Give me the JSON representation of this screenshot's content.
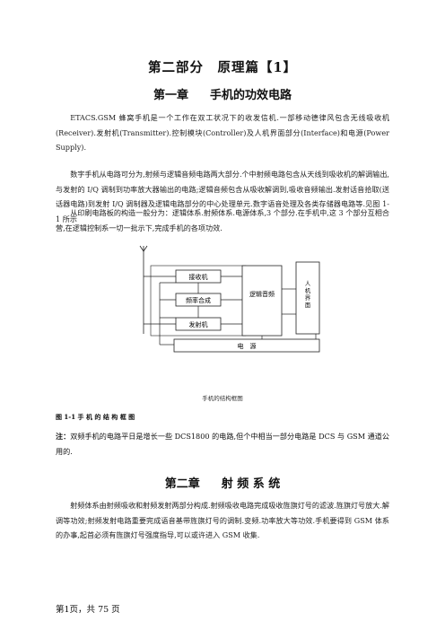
{
  "part_title": "第二部分　原理篇【1】",
  "chapter1": {
    "label": "第一章",
    "name": "手机的功效电路"
  },
  "chapter1_paras": [
    "ETACS.GSM 蜂窝手机是一个工作在双工状况下的收发信机.一部移动德律风包含无线吸收机(Receiver).发射机(Transmitter).控制模块(Controller)及人机界面部分(Interface)和电源(Power Supply).",
    "数字手机从电路可分为,射频与逻辑音频电路两大部分.个中射频电路包含从天线到吸收机的解调输出,与发射的 I/Q 调制到功率放大器输出的电路;逻辑音频包含从吸收解调到,吸收音频输出.发射话音拾取(送话器电路)到发射 I/Q 调制器及逻辑电路部分的中心处理单元.数字语音处理及各类存储器电路等.见图 1-1 所示",
    "从印刷电路板的构造一般分为：逻辑体系.射频体系.电源体系,3 个部分.在手机中,这 3 个部分互相合营,在逻辑控制系一切一批示下,完成手机的各项功效."
  ],
  "diagram": {
    "blocks": {
      "receiver": "接收机",
      "synth": "频率合成",
      "transmitter": "发射机",
      "logic": "逻辑音频",
      "hmi": "人机界面",
      "power": "电　源"
    },
    "caption": "手机的结构框图"
  },
  "figure_label": "图 1-1 手 机 的 结 构 框 图",
  "note": {
    "prefix": "注：",
    "text": "双频手机的电路平日是增长一些 DCS1800 的电路,但个中相当一部分电路是 DCS 与 GSM 通道公用的."
  },
  "chapter2": {
    "label": "第二章",
    "name": "射 频 系 统"
  },
  "chapter2_para": "射频体系由射频吸收和射频发射两部分构成.射频吸收电路完成吸收旌旗灯号的滤波.旌旗灯号放大.解调等功效;射频发射电路重要完成语音基带旌旗灯号的调制.变频.功率放大等功效.手机要得到 GSM 体系的办事,起首必须有旌旗灯号强度指导,可以或许进入 GSM 收集.",
  "footer": "第1页，共 75 页"
}
